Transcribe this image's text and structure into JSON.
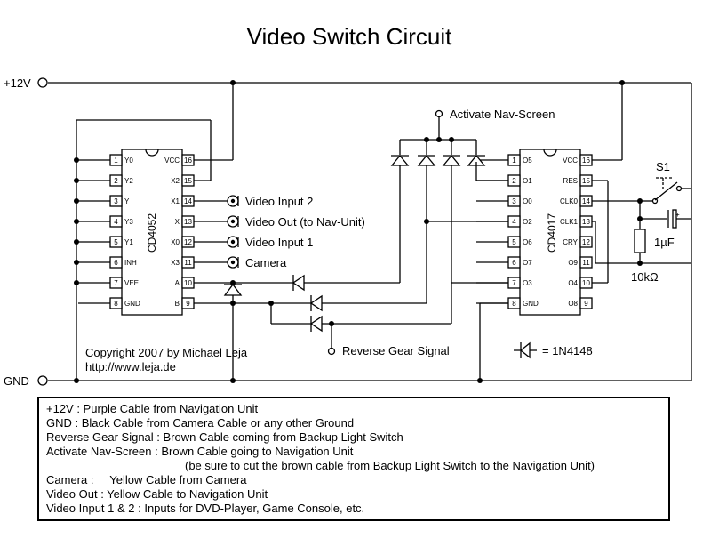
{
  "title": "Video Switch Circuit",
  "power": {
    "v12_label": "+12V",
    "gnd_label": "GND"
  },
  "chip1": {
    "name": "CD4052",
    "left_pins": [
      {
        "num": "1",
        "name": "Y0"
      },
      {
        "num": "2",
        "name": "Y2"
      },
      {
        "num": "3",
        "name": "Y"
      },
      {
        "num": "4",
        "name": "Y3"
      },
      {
        "num": "5",
        "name": "Y1"
      },
      {
        "num": "6",
        "name": "INH"
      },
      {
        "num": "7",
        "name": "VEE"
      },
      {
        "num": "8",
        "name": "GND"
      }
    ],
    "right_pins": [
      {
        "num": "16",
        "name": "VCC"
      },
      {
        "num": "15",
        "name": "X2"
      },
      {
        "num": "14",
        "name": "X1"
      },
      {
        "num": "13",
        "name": "X"
      },
      {
        "num": "12",
        "name": "X0"
      },
      {
        "num": "11",
        "name": "X3"
      },
      {
        "num": "10",
        "name": "A"
      },
      {
        "num": "9",
        "name": "B"
      }
    ]
  },
  "chip2": {
    "name": "CD4017",
    "left_pins": [
      {
        "num": "1",
        "name": "O5"
      },
      {
        "num": "2",
        "name": "O1"
      },
      {
        "num": "3",
        "name": "O0"
      },
      {
        "num": "4",
        "name": "O2"
      },
      {
        "num": "5",
        "name": "O6"
      },
      {
        "num": "6",
        "name": "O7"
      },
      {
        "num": "7",
        "name": "O3"
      },
      {
        "num": "8",
        "name": "GND"
      }
    ],
    "right_pins": [
      {
        "num": "16",
        "name": "VCC"
      },
      {
        "num": "15",
        "name": "RES"
      },
      {
        "num": "14",
        "name": "CLK0"
      },
      {
        "num": "13",
        "name": "CLK1"
      },
      {
        "num": "12",
        "name": "CRY"
      },
      {
        "num": "11",
        "name": "O9"
      },
      {
        "num": "10",
        "name": "O4"
      },
      {
        "num": "9",
        "name": "O8"
      }
    ]
  },
  "connectors": [
    "Video Input 2",
    "Video Out (to Nav-Unit)",
    "Video Input 1",
    "Camera"
  ],
  "labels": {
    "activate_nav": "Activate Nav-Screen",
    "reverse_gear": "Reverse Gear Signal",
    "switch": "S1",
    "capacitor": "1µF",
    "resistor": "10kΩ",
    "cap_plus": "+",
    "diode_legend": "= 1N4148",
    "copyright": "Copyright 2007 by Michael Leja",
    "url": "http://www.leja.de"
  },
  "legend_lines": [
    "+12V : Purple Cable from Navigation Unit",
    "GND : Black Cable from Camera Cable or any other Ground",
    "Reverse Gear Signal : Brown Cable coming from Backup Light Switch",
    "Activate Nav-Screen : Brown Cable going to Navigation Unit",
    "(be sure to cut the brown cable from Backup Light Switch to the Navigation Unit)",
    "Camera :     Yellow Cable from Camera",
    "Video Out : Yellow Cable to Navigation Unit",
    "Video Input 1 & 2 : Inputs for DVD-Player, Game Console, etc."
  ]
}
